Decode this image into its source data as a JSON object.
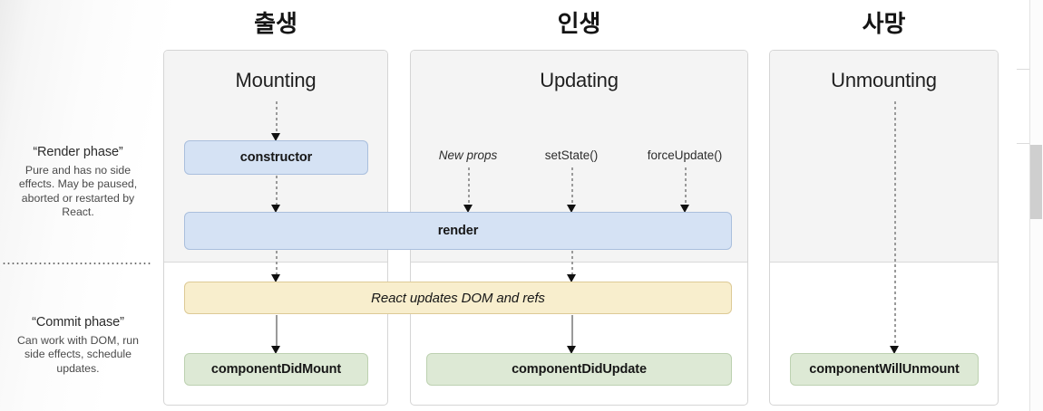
{
  "stages": [
    {
      "kr_caption": "출생",
      "heading": "Mounting"
    },
    {
      "kr_caption": "인생",
      "heading": "Updating"
    },
    {
      "kr_caption": "사망",
      "heading": "Unmounting"
    }
  ],
  "sidebar": {
    "phases": [
      {
        "title": "“Render phase”",
        "description": "Pure and has no side effects. May be paused, aborted or restarted by React."
      },
      {
        "title": "“Commit phase”",
        "description": "Can work with DOM, run side effects, schedule updates."
      }
    ]
  },
  "triggers": [
    {
      "label": "New props",
      "style": "italic"
    },
    {
      "label": "setState()",
      "style": "normal"
    },
    {
      "label": "forceUpdate()",
      "style": "normal"
    }
  ],
  "lifecycle_boxes": [
    {
      "label": "constructor",
      "color": "#d5e2f4",
      "column": "mounting",
      "phase": "render"
    },
    {
      "label": "render",
      "color": "#d5e2f4",
      "column": "mounting-updating",
      "phase": "render"
    },
    {
      "label": "React updates DOM and refs",
      "color": "#f8eecd",
      "column": "mounting-updating",
      "phase": "commit"
    },
    {
      "label": "componentDidMount",
      "color": "#dde9d5",
      "column": "mounting",
      "phase": "commit"
    },
    {
      "label": "componentDidUpdate",
      "color": "#dde9d5",
      "column": "updating",
      "phase": "commit"
    },
    {
      "label": "componentWillUnmount",
      "color": "#dde9d5",
      "column": "unmounting",
      "phase": "commit"
    }
  ],
  "colors": {
    "blue_fill": "#d5e2f4",
    "blue_border": "#aabfdd",
    "yellow_fill": "#f8eecd",
    "yellow_border": "#ddca96",
    "green_fill": "#dde9d5",
    "green_border": "#bdd1b1",
    "panel_upper": "#f4f4f4",
    "panel_border": "#d5d5d5",
    "arrow": "#9a9a9a",
    "arrowhead": "#111111"
  }
}
